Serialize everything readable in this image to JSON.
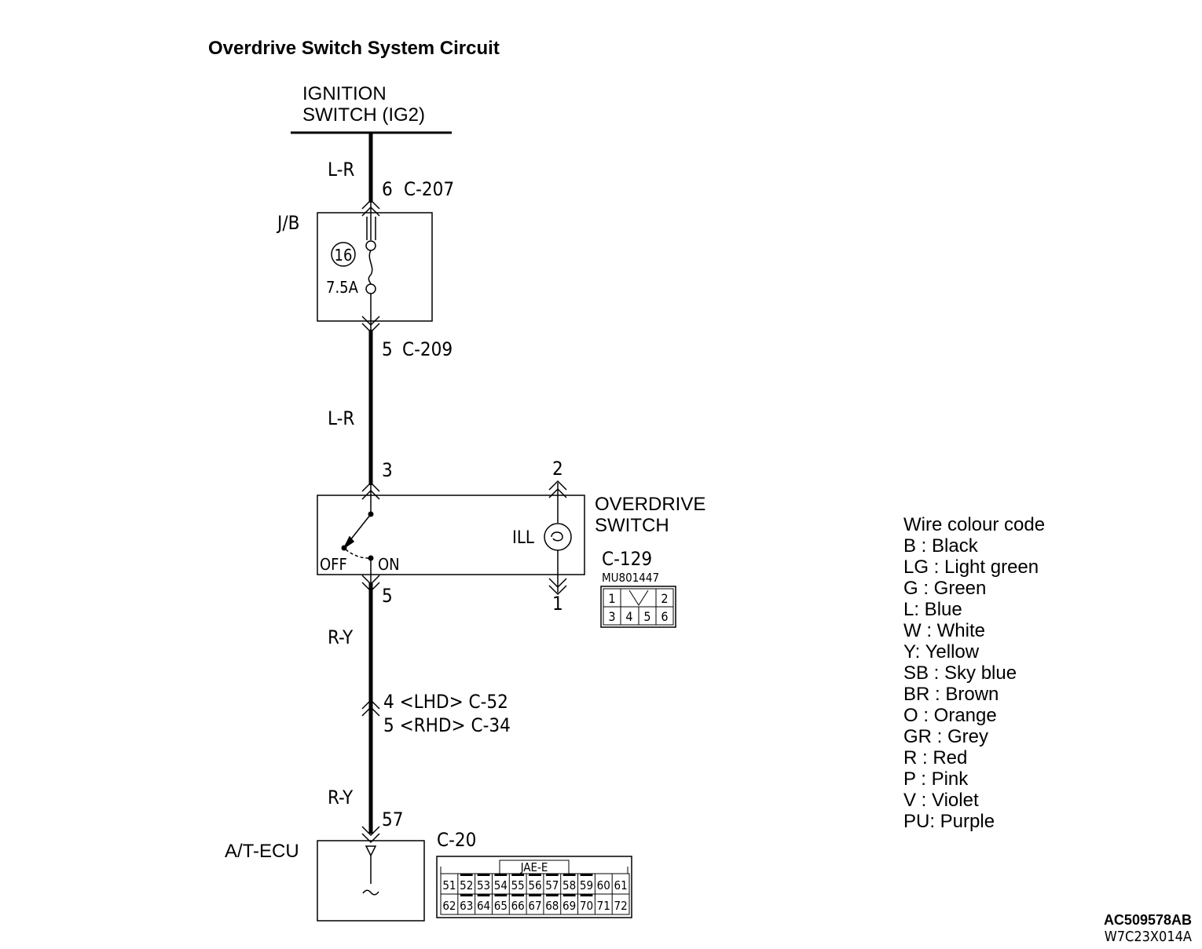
{
  "title": "Overdrive Switch System Circuit",
  "power_source": {
    "line1": "IGNITION",
    "line2": "SWITCH (IG2)"
  },
  "wires": {
    "top_upper": "L-R",
    "top_lower": "L-R",
    "bottom_upper": "R-Y",
    "bottom_lower": "R-Y"
  },
  "junction_block": {
    "label": "J/B",
    "fuse_number": "16",
    "fuse_rating": "7.5A",
    "in_pin": "6",
    "in_connector": "C-207",
    "out_pin": "5",
    "out_connector": "C-209"
  },
  "overdrive_switch": {
    "line1": "OVERDRIVE",
    "line2": "SWITCH",
    "pin_top_left": "3",
    "pin_top_right": "2",
    "pin_bottom_left": "5",
    "pin_bottom_right": "1",
    "state_off": "OFF",
    "state_on": "ON",
    "illumination": "ILL",
    "connector": "C-129",
    "part_number": "MU801447",
    "connector_pins_top": [
      "1",
      "2"
    ],
    "connector_pins_bottom": [
      "3",
      "4",
      "5",
      "6"
    ]
  },
  "intermediate": {
    "lhd": "4 <LHD> C-52",
    "rhd": "5 <RHD> C-34"
  },
  "ecu": {
    "label": "A/T-ECU",
    "pin": "57",
    "connector": "C-20",
    "connector_type": "JAE-E",
    "pins_top": [
      "51",
      "52",
      "53",
      "54",
      "55",
      "56",
      "57",
      "58",
      "59",
      "60",
      "61"
    ],
    "pins_bottom": [
      "62",
      "63",
      "64",
      "65",
      "66",
      "67",
      "68",
      "69",
      "70",
      "71",
      "72"
    ]
  },
  "legend": {
    "heading": "Wire colour code",
    "items": [
      "B : Black",
      "LG : Light green",
      "G : Green",
      "L: Blue",
      "W : White",
      "Y: Yellow",
      "SB : Sky blue",
      "BR : Brown",
      "O : Orange",
      "GR : Grey",
      "R : Red",
      "P : Pink",
      "V : Violet",
      "PU: Purple"
    ]
  },
  "codes": {
    "line1": "AC509578AB",
    "line2": "W7C23X014A"
  }
}
